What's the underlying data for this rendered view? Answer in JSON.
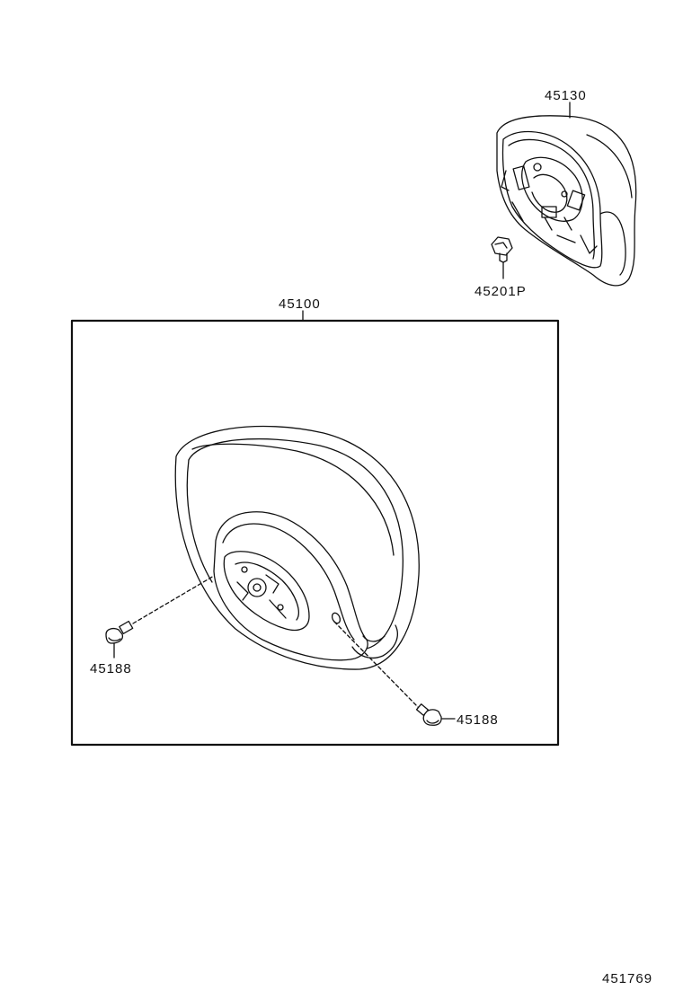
{
  "diagram": {
    "callouts": {
      "airbag_cover": "45130",
      "screw": "45201P",
      "steering_wheel_assy": "45100",
      "bolt_left": "45188",
      "bolt_right": "45188"
    },
    "figure_number": "451769"
  }
}
